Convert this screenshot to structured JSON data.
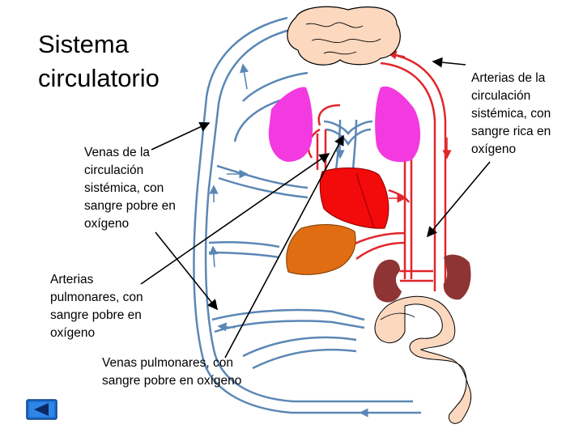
{
  "slide": {
    "title": "Sistema\ncirculatorio",
    "labels": {
      "venas_sistemica": "Venas de la\ncirculación\nsistémica, con\nsangre pobre en\noxígeno",
      "arterias_pulmonares": "Arterias\npulmonares, con\nsangre pobre en\noxígeno",
      "venas_pulmonares": "Venas pulmonares, con\nsangre pobre en oxígeno",
      "arterias_sistemica": "Arterias de la\ncirculación\nsistémica, con\nsangre rica en\noxígeno"
    },
    "back_button_icon": "triangle-left-icon"
  },
  "colors": {
    "vein_blue": "#5b87b5",
    "artery_red": "#e0262b",
    "lung_magenta": "#f23ae0",
    "heart_red": "#f30a0a",
    "liver_orange": "#e06d12",
    "kidney_brown": "#8e3434",
    "brain_peach": "#fcd8bf",
    "back_button_blue": "#1f6fd1"
  }
}
